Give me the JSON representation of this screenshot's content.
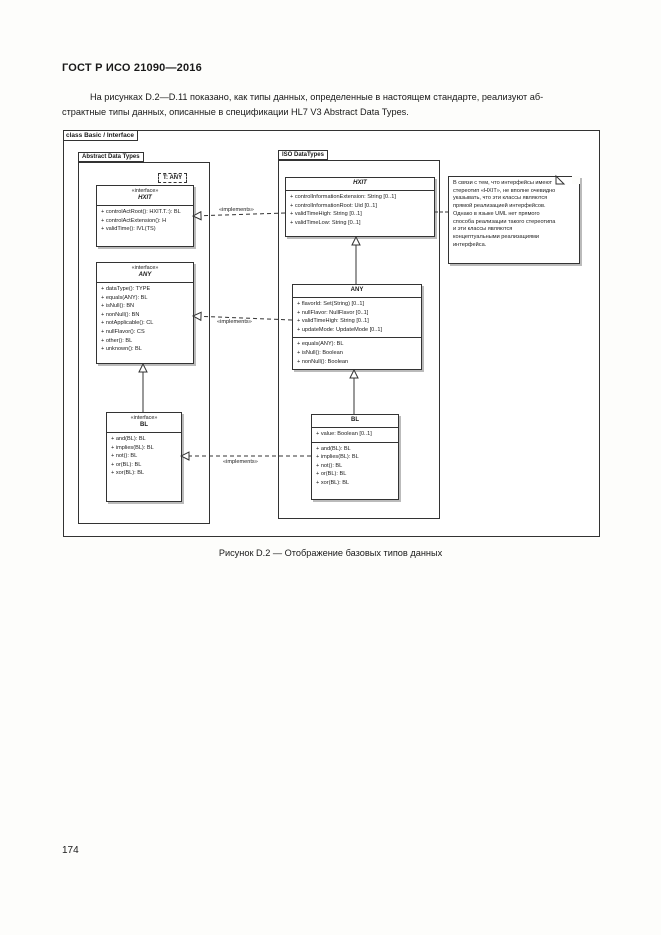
{
  "header": {
    "title": "ГОСТ Р ИСО 21090—2016"
  },
  "intro": {
    "line1": "На рисунках D.2—D.11 показано, как типы данных, определенные в настоящем стандарте, реализуют аб-",
    "line2": "страктные типы данных, описанные в спецификации HL7 V3 Abstract Data Types."
  },
  "diagram": {
    "frame_label": "class Basic / Interface",
    "left_package": "Abstract Data Types",
    "right_package": "ISO DataTypes",
    "template_param": "T: ANY",
    "hxit_interface": {
      "stereotype": "«interface»",
      "name": "HXIT",
      "rows": [
        "+ controlActRoot(): HXIT.T.:): BL",
        "+ controlActExtension(): H",
        "+ validTime(): IVL(TS)"
      ]
    },
    "any_interface": {
      "stereotype": "«interface»",
      "name": "ANY",
      "rows": [
        "+ dataType(): TYPE",
        "+ equals(ANY): BL",
        "+ isNull(): BN",
        "+ nonNull(): BN",
        "+ notApplicable(): CL",
        "+ nullFlavor(): CS",
        "+ other(): BL",
        "+ unknown(): BL"
      ]
    },
    "bl_interface": {
      "stereotype": "«interface»",
      "name": "BL",
      "rows": [
        "+ and(BL): BL",
        "+ implies(BL): BL",
        "+ not(): BL",
        "+ or(BL): BL",
        "+ xor(BL): BL"
      ]
    },
    "hxit_class": {
      "name": "HXIT",
      "rows": [
        "+ controlInformationExtension: String [0..1]",
        "+ controlInformationRoot: Uid [0..1]",
        "+ validTimeHigh: String [0..1]",
        "+ validTimeLow: String [0..1]"
      ]
    },
    "any_class": {
      "name": "ANY",
      "attrs": [
        "+ flavorId: Set(String) [0..1]",
        "+ nullFlavor: NullFlavor [0..1]",
        "+ validTimeHigh: String [0..1]",
        "+ updateMode: UpdateMode [0..1]"
      ],
      "ops": [
        "+ equals(ANY): BL",
        "+ isNull(): Boolean",
        "+ nonNull(): Boolean"
      ]
    },
    "bl_class": {
      "name": "BL",
      "attrs": [
        "+ value: Boolean [0..1]"
      ],
      "ops": [
        "+ and(BL): BL",
        "+ implies(BL): BL",
        "+ not(): BL",
        "+ or(BL): BL",
        "+ xor(BL): BL"
      ]
    },
    "note": {
      "lines": [
        "В связи с тем, что интерфейсы имеют",
        "стереотип «HXIT», не вполне очевидно",
        "указывать, что эти классы являются",
        "прямой реализацией интерфейсов.",
        "Однако в языке UML нет прямого",
        "способа реализации такого стереотипа",
        "и эти классы являются",
        "концептуальными реализациями",
        "интерфейса."
      ]
    },
    "implements_label": "«implements»"
  },
  "caption": "Рисунок D.2 — Отображение базовых типов данных",
  "page_number": "174"
}
